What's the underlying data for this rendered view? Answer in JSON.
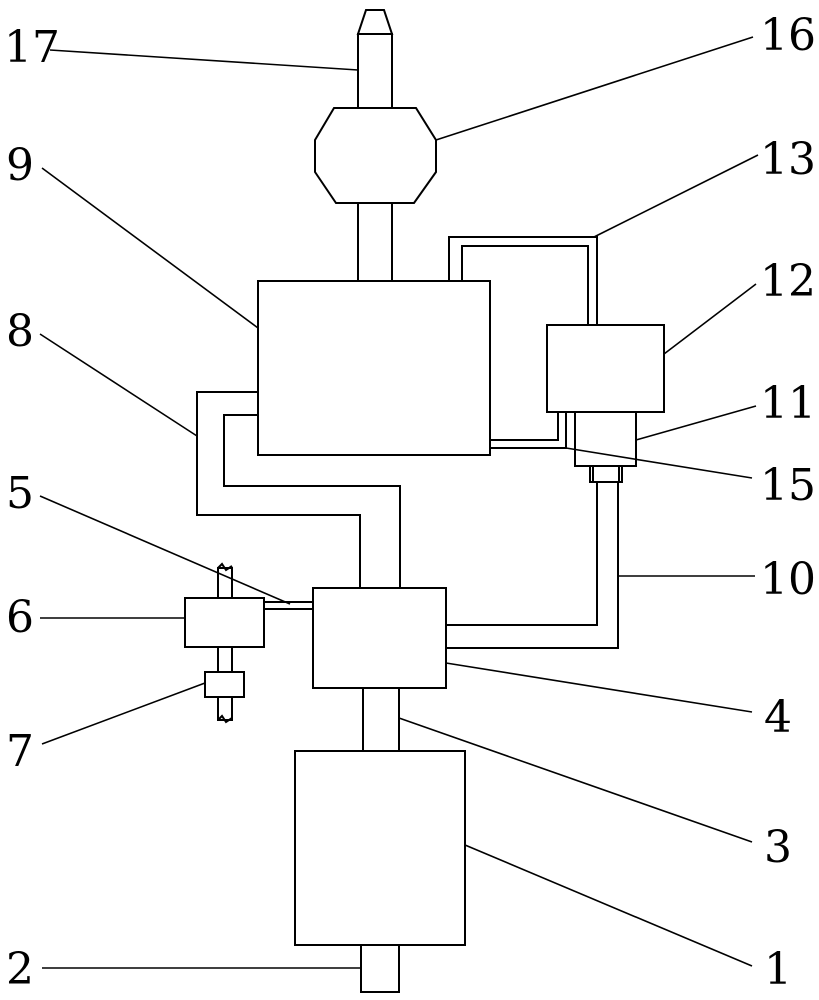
{
  "labels": {
    "l1": "1",
    "l2": "2",
    "l3": "3",
    "l4": "4",
    "l5": "5",
    "l6": "6",
    "l7": "7",
    "l8": "8",
    "l9": "9",
    "l10": "10",
    "l11": "11",
    "l12": "12",
    "l13": "13",
    "l15": "15",
    "l16": "16",
    "l17": "17"
  }
}
